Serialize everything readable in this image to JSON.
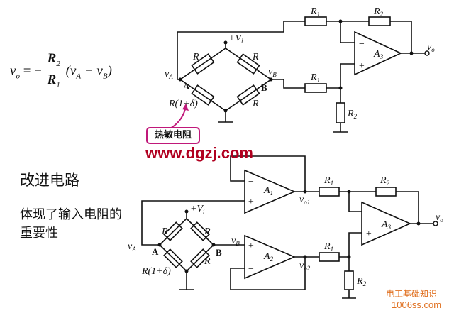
{
  "formula": {
    "lhs": "v",
    "lhs_sub": "o",
    "eq": "= −",
    "num": "R",
    "num_sub": "2",
    "den": "R",
    "den_sub": "1",
    "rhs": "(v",
    "rhs_sub_a": "A",
    "mid": " − v",
    "rhs_sub_b": "B",
    "close": ")"
  },
  "title": "改进电路",
  "description": "体现了输入电阻的重要性",
  "website": "www.dgzj.com",
  "callout": "热敏电阻",
  "watermark": {
    "line1": "电工基础知识",
    "line2": "1006ss.com"
  },
  "top_circuit": {
    "vcc": "+V",
    "vcc_sub": "i",
    "r_labels": [
      "R",
      "R",
      "R"
    ],
    "r_delta": "R(1+δ)",
    "node_a": "A",
    "node_b": "B",
    "va": "v",
    "va_sub": "A",
    "vb": "v",
    "vb_sub": "B",
    "r1": "R",
    "r1_sub": "1",
    "r2": "R",
    "r2_sub": "2",
    "amp": "A",
    "amp_sub": "3",
    "out": "v",
    "out_sub": "o",
    "minus": "−",
    "plus": "+"
  },
  "bottom_circuit": {
    "vcc": "+V",
    "vcc_sub": "i",
    "r_labels": [
      "R",
      "R",
      "R"
    ],
    "r_delta": "R(1+δ)",
    "node_a": "A",
    "node_b": "B",
    "va": "v",
    "va_sub": "A",
    "vb": "v",
    "vb_sub": "B",
    "amp1": "A",
    "amp1_sub": "1",
    "amp2": "A",
    "amp2_sub": "2",
    "amp3": "A",
    "amp3_sub": "3",
    "vo1": "v",
    "vo1_sub": "o1",
    "vo2": "v",
    "vo2_sub": "o2",
    "out": "v",
    "out_sub": "o",
    "r1": "R",
    "r1_sub": "1",
    "r2": "R",
    "r2_sub": "2",
    "minus": "−",
    "plus": "+"
  }
}
